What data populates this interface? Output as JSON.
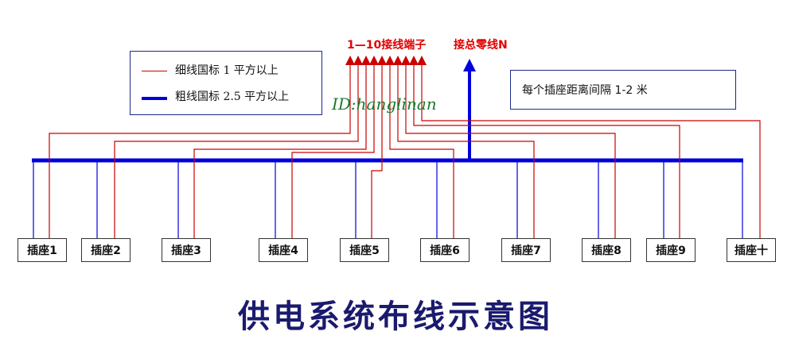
{
  "legend": {
    "thin_label": "细线国标 1 平方以上",
    "thick_label": "粗线国标 2.5 平方以上",
    "thin_color": "#cc0000",
    "thick_color": "#0000dd"
  },
  "note": "每个插座距离间隔 1-2 米",
  "labels": {
    "terminals": "1—10接线端子",
    "neutral": "接总零线N"
  },
  "watermark": "ID:hanglinan",
  "sockets": [
    "插座1",
    "插座2",
    "插座3",
    "插座4",
    "插座5",
    "插座6",
    "插座7",
    "插座8",
    "插座9",
    "插座十"
  ],
  "title": "供电系统布线示意图"
}
